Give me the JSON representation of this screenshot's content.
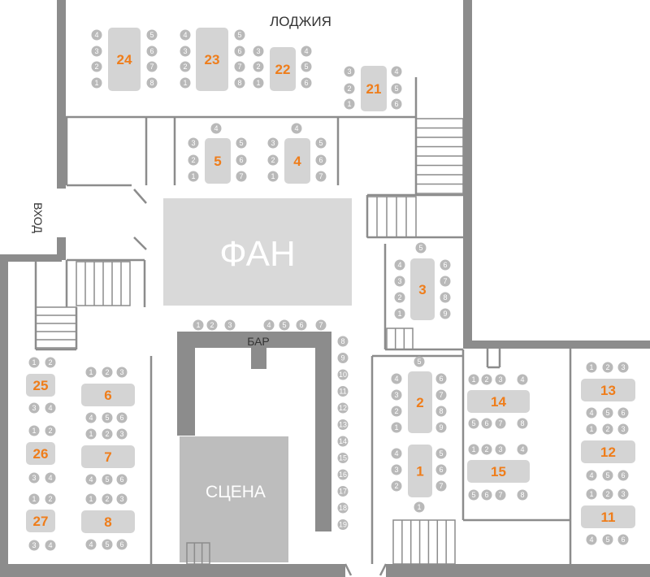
{
  "labels": {
    "loggia": "ЛОДЖИЯ",
    "entrance": "ВХОД",
    "fan": "ФАН",
    "bar": "БАР",
    "stage": "СЦЕНА"
  },
  "colors": {
    "wall": "#8c8c8c",
    "table": "#d4d4d4",
    "seat": "#b9b9b9",
    "fan_zone": "#d9d9d9",
    "stage": "#bdbdbd",
    "number": "#ef7d1a"
  },
  "tables": [
    {
      "number": "24",
      "seats_left": [
        "4",
        "3",
        "2",
        "1"
      ],
      "seats_right": [
        "5",
        "6",
        "7",
        "8"
      ]
    },
    {
      "number": "23",
      "seats_left": [
        "4",
        "3",
        "2",
        "1"
      ],
      "seats_right": [
        "5",
        "6",
        "7",
        "8"
      ]
    },
    {
      "number": "22",
      "seats_left": [
        "3",
        "2",
        "1"
      ],
      "seats_right": [
        "4",
        "5",
        "6"
      ]
    },
    {
      "number": "21",
      "seats_left": [
        "3",
        "2",
        "1"
      ],
      "seats_right": [
        "4",
        "5",
        "6"
      ]
    },
    {
      "number": "5",
      "seat_top": "4",
      "seats_left": [
        "3",
        "2",
        "1"
      ],
      "seats_right": [
        "5",
        "6",
        "7"
      ]
    },
    {
      "number": "4",
      "seat_top": "4",
      "seats_left": [
        "3",
        "2",
        "1"
      ],
      "seats_right": [
        "5",
        "6",
        "7"
      ]
    },
    {
      "number": "3",
      "seat_top": "5",
      "seats_left": [
        "4",
        "3",
        "2",
        "1"
      ],
      "seats_right": [
        "6",
        "7",
        "8",
        "9"
      ]
    },
    {
      "number": "2",
      "seat_top": "5",
      "seats_left": [
        "4",
        "3",
        "2",
        "1"
      ],
      "seats_right": [
        "6",
        "7",
        "8",
        "9"
      ]
    },
    {
      "number": "1",
      "seat_bottom": "1",
      "seats_left": [
        "4",
        "3",
        "2"
      ],
      "seats_right": [
        "5",
        "6",
        "7"
      ]
    },
    {
      "number": "14",
      "seats_top": [
        "1",
        "2",
        "3",
        "4"
      ],
      "seats_bottom": [
        "5",
        "6",
        "7",
        "8"
      ]
    },
    {
      "number": "15",
      "seats_top": [
        "1",
        "2",
        "3",
        "4"
      ],
      "seats_bottom": [
        "5",
        "6",
        "7",
        "8"
      ]
    },
    {
      "number": "13",
      "seats_top": [
        "1",
        "2",
        "3"
      ],
      "seats_bottom": [
        "4",
        "5",
        "6"
      ]
    },
    {
      "number": "12",
      "seats_top": [
        "1",
        "2",
        "3"
      ],
      "seats_bottom": [
        "4",
        "5",
        "6"
      ]
    },
    {
      "number": "11",
      "seats_top": [
        "1",
        "2",
        "3"
      ],
      "seats_bottom": [
        "4",
        "5",
        "6"
      ]
    },
    {
      "number": "6",
      "seats_top": [
        "1",
        "2",
        "3"
      ],
      "seats_bottom": [
        "4",
        "5",
        "6"
      ]
    },
    {
      "number": "7",
      "seats_top": [
        "1",
        "2",
        "3"
      ],
      "seats_bottom": [
        "4",
        "5",
        "6"
      ]
    },
    {
      "number": "8",
      "seats_top": [
        "1",
        "2",
        "3"
      ],
      "seats_bottom": [
        "4",
        "5",
        "6"
      ]
    },
    {
      "number": "25",
      "seats_top": [
        "1",
        "2"
      ],
      "seats_bottom": [
        "3",
        "4"
      ]
    },
    {
      "number": "26",
      "seats_top": [
        "1",
        "2"
      ],
      "seats_bottom": [
        "3",
        "4"
      ]
    },
    {
      "number": "27",
      "seats_top": [
        "1",
        "2"
      ],
      "seats_bottom": [
        "3",
        "4"
      ]
    }
  ],
  "bar_seats": {
    "top_left": [
      "1",
      "2",
      "3"
    ],
    "top_right": [
      "4",
      "5",
      "6",
      "7"
    ],
    "right_column": [
      "8",
      "9",
      "10",
      "11",
      "12",
      "13",
      "14",
      "15",
      "16",
      "17",
      "18",
      "19"
    ]
  }
}
